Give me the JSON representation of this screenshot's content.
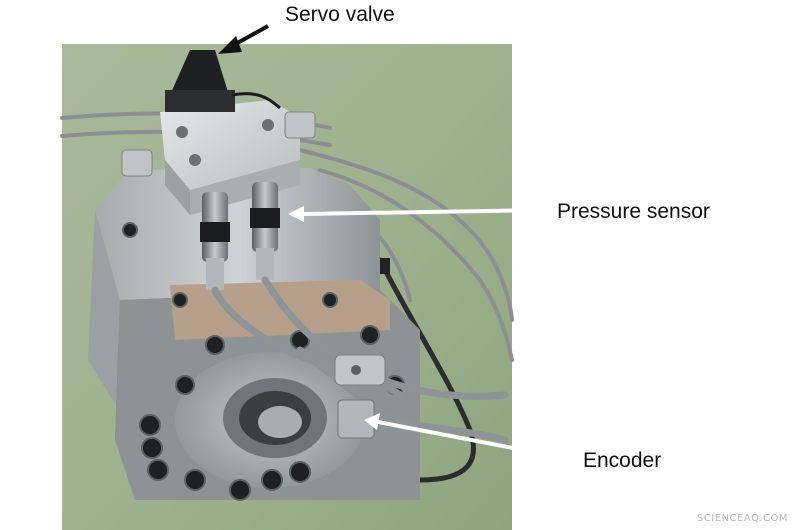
{
  "annotations": {
    "servo_valve": "Servo valve",
    "pressure_sensor": "Pressure sensor",
    "encoder": "Encoder"
  },
  "watermark": "SCIENCEAQ.COM",
  "colors": {
    "background_green": "#9fb28f",
    "metal": "#8f9496",
    "cable": "#8b8f93",
    "arrow": "#ffffff"
  }
}
